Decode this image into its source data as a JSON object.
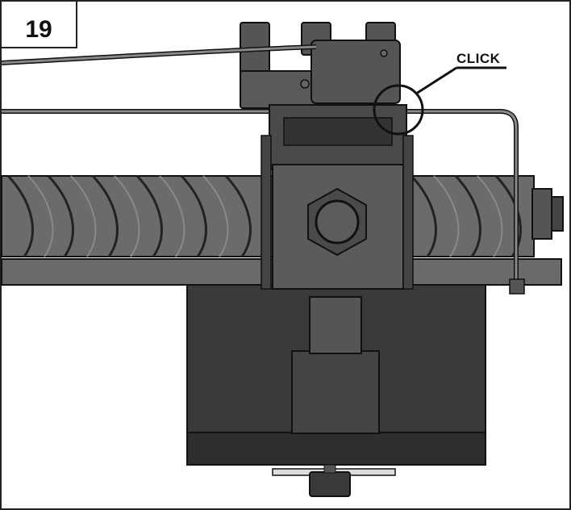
{
  "step": {
    "number": "19"
  },
  "callout": {
    "label": "CLICK"
  },
  "colors": {
    "border": "#222222",
    "part_dark": "#3a3a3a",
    "part_mid": "#5e5e5e",
    "part_light": "#8a8a8a",
    "outline": "#111111"
  },
  "icons": [
    "microswitch",
    "lead-screw",
    "carriage-block",
    "hex-nut",
    "motor-housing",
    "bracket-rod"
  ]
}
